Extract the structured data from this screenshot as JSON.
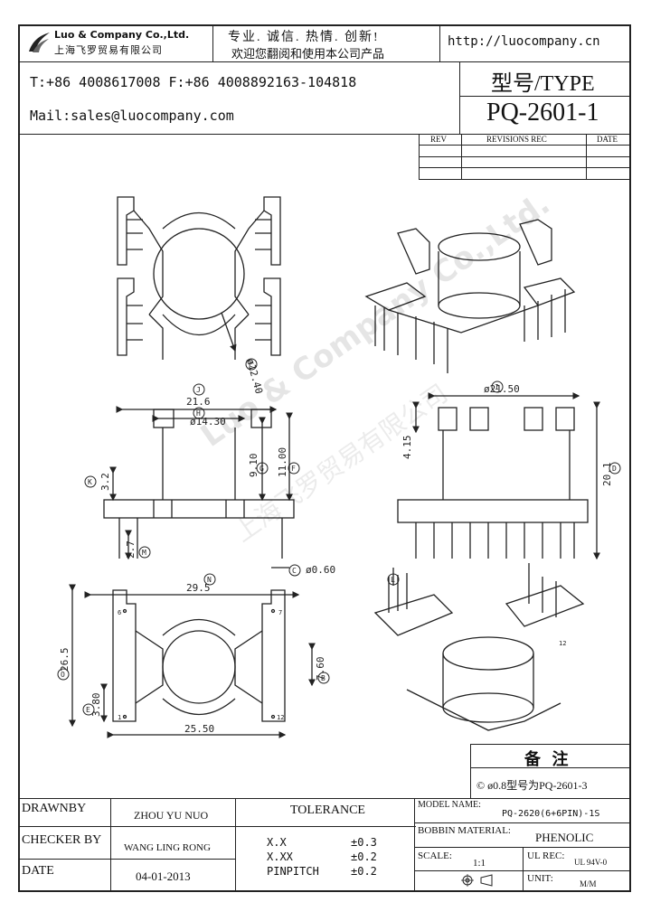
{
  "header": {
    "company_en": "Luo & Company Co.,Ltd.",
    "company_cn": "上海飞罗贸易有限公司",
    "slogan_line1": "专业. 诚信. 热情. 创新!",
    "slogan_line2": "欢迎您翻阅和使用本公司产品",
    "website": "http://luocompany.cn",
    "phone": "T:+86 4008617008 F:+86 4008892163-104818",
    "mail": "Mail:sales@luocompany.com",
    "type_label": "型号/TYPE",
    "type_value": "PQ-2601-1"
  },
  "revisions": {
    "col_rev": "REV",
    "col_rec": "REVISIONS REC",
    "col_date": "DATE"
  },
  "drawing": {
    "dims": {
      "d_circle": "ø12.40",
      "width_top": "21.6",
      "inner_14": "ø14.30",
      "h_910": "9.10",
      "h_11": "11.00",
      "h_32": "3.2",
      "h_27": "2.7",
      "pin": "ø0.60",
      "d_2150": "ø21.50",
      "h_415": "4.15",
      "h_201": "20.1",
      "w_295": "29.5",
      "h_265": "26.5",
      "h_760": "7.60",
      "h_380": "3.80",
      "w_2550": "25.50"
    },
    "markers": {
      "A": "A",
      "B": "B",
      "C": "C",
      "D": "D",
      "E": "E",
      "F": "F",
      "G": "G",
      "H": "H",
      "I": "I",
      "J": "J",
      "K": "K",
      "L": "L",
      "M": "M",
      "N": "N",
      "O": "O"
    },
    "pin_numbers": {
      "p6": "6",
      "p7": "7",
      "p1": "1",
      "p12": "12",
      "p12b": "12"
    }
  },
  "notes": {
    "title": "备 注",
    "note1": "© ø0.8型号为PQ-2601-3"
  },
  "title_block": {
    "drawnby_label": "DRAWNBY",
    "drawnby_value": "ZHOU YU NUO",
    "checker_label": "CHECKER BY",
    "checker_value": "WANG LING RONG",
    "date_label": "DATE",
    "date_value": "04-01-2013",
    "tolerance_label": "TOLERANCE",
    "tol_xx_label": "X.X",
    "tol_xx_value": "±0.3",
    "tol_xxx_label": "X.XX",
    "tol_xxx_value": "±0.2",
    "tol_pin_label": "PINPITCH",
    "tol_pin_value": "±0.2",
    "model_label": "MODEL NAME:",
    "model_value": "PQ-2620(6+6PIN)-1S",
    "bobbin_label": "BOBBIN MATERIAL:",
    "bobbin_value": "PHENOLIC",
    "scale_label": "SCALE:",
    "scale_value": "1:1",
    "ulrec_label": "UL REC:",
    "ulrec_value": "UL 94V-0",
    "unit_label": "UNIT:",
    "unit_value": "M/M"
  },
  "watermark": {
    "text_en": "Luo & Company Co.,Ltd.",
    "text_cn": "上海飞罗贸易有限公司"
  }
}
